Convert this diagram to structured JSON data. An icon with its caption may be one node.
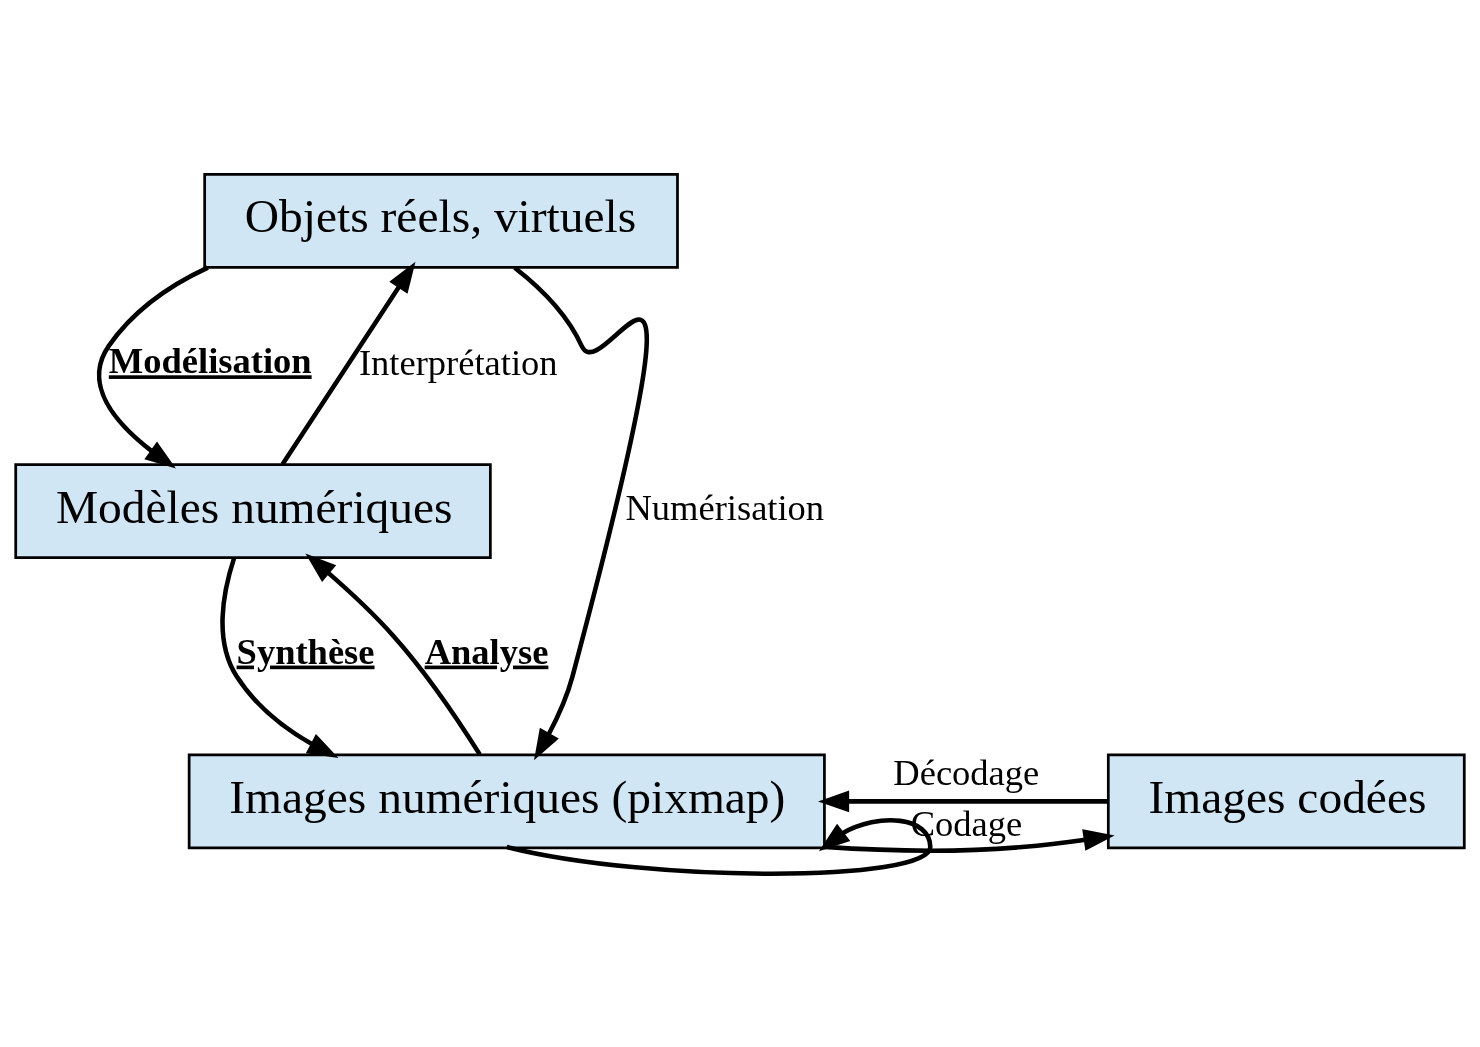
{
  "diagram": {
    "nodes": [
      {
        "text": [
          "Objets réels, virtuels"
        ]
      },
      {
        "text": [
          "Modèles numériques"
        ]
      },
      {
        "text": [
          "Images numériques (pixmap)"
        ]
      },
      {
        "text": [
          "Images codées"
        ]
      }
    ],
    "edges": [
      {
        "from": 0,
        "to": 1,
        "arrow": "to",
        "label": "Modélisation"
      },
      {
        "from": 1,
        "to": 0,
        "arrow": "to",
        "label": "Interprétation"
      },
      {
        "from": 0,
        "to": 2,
        "arrow": "to",
        "label": "Numérisation"
      },
      {
        "from": 1,
        "to": 2,
        "arrow": "to",
        "label": "Synthèse"
      },
      {
        "from": 2,
        "to": 1,
        "arrow": "to",
        "label": "Analyse"
      },
      {
        "from": 2,
        "to": 3,
        "arrow": "to",
        "label": "Codage"
      },
      {
        "from": 3,
        "to": 2,
        "arrow": "to",
        "label": "Décodage"
      },
      {
        "from": 2,
        "to": 2,
        "arrow": "to"
      }
    ]
  }
}
